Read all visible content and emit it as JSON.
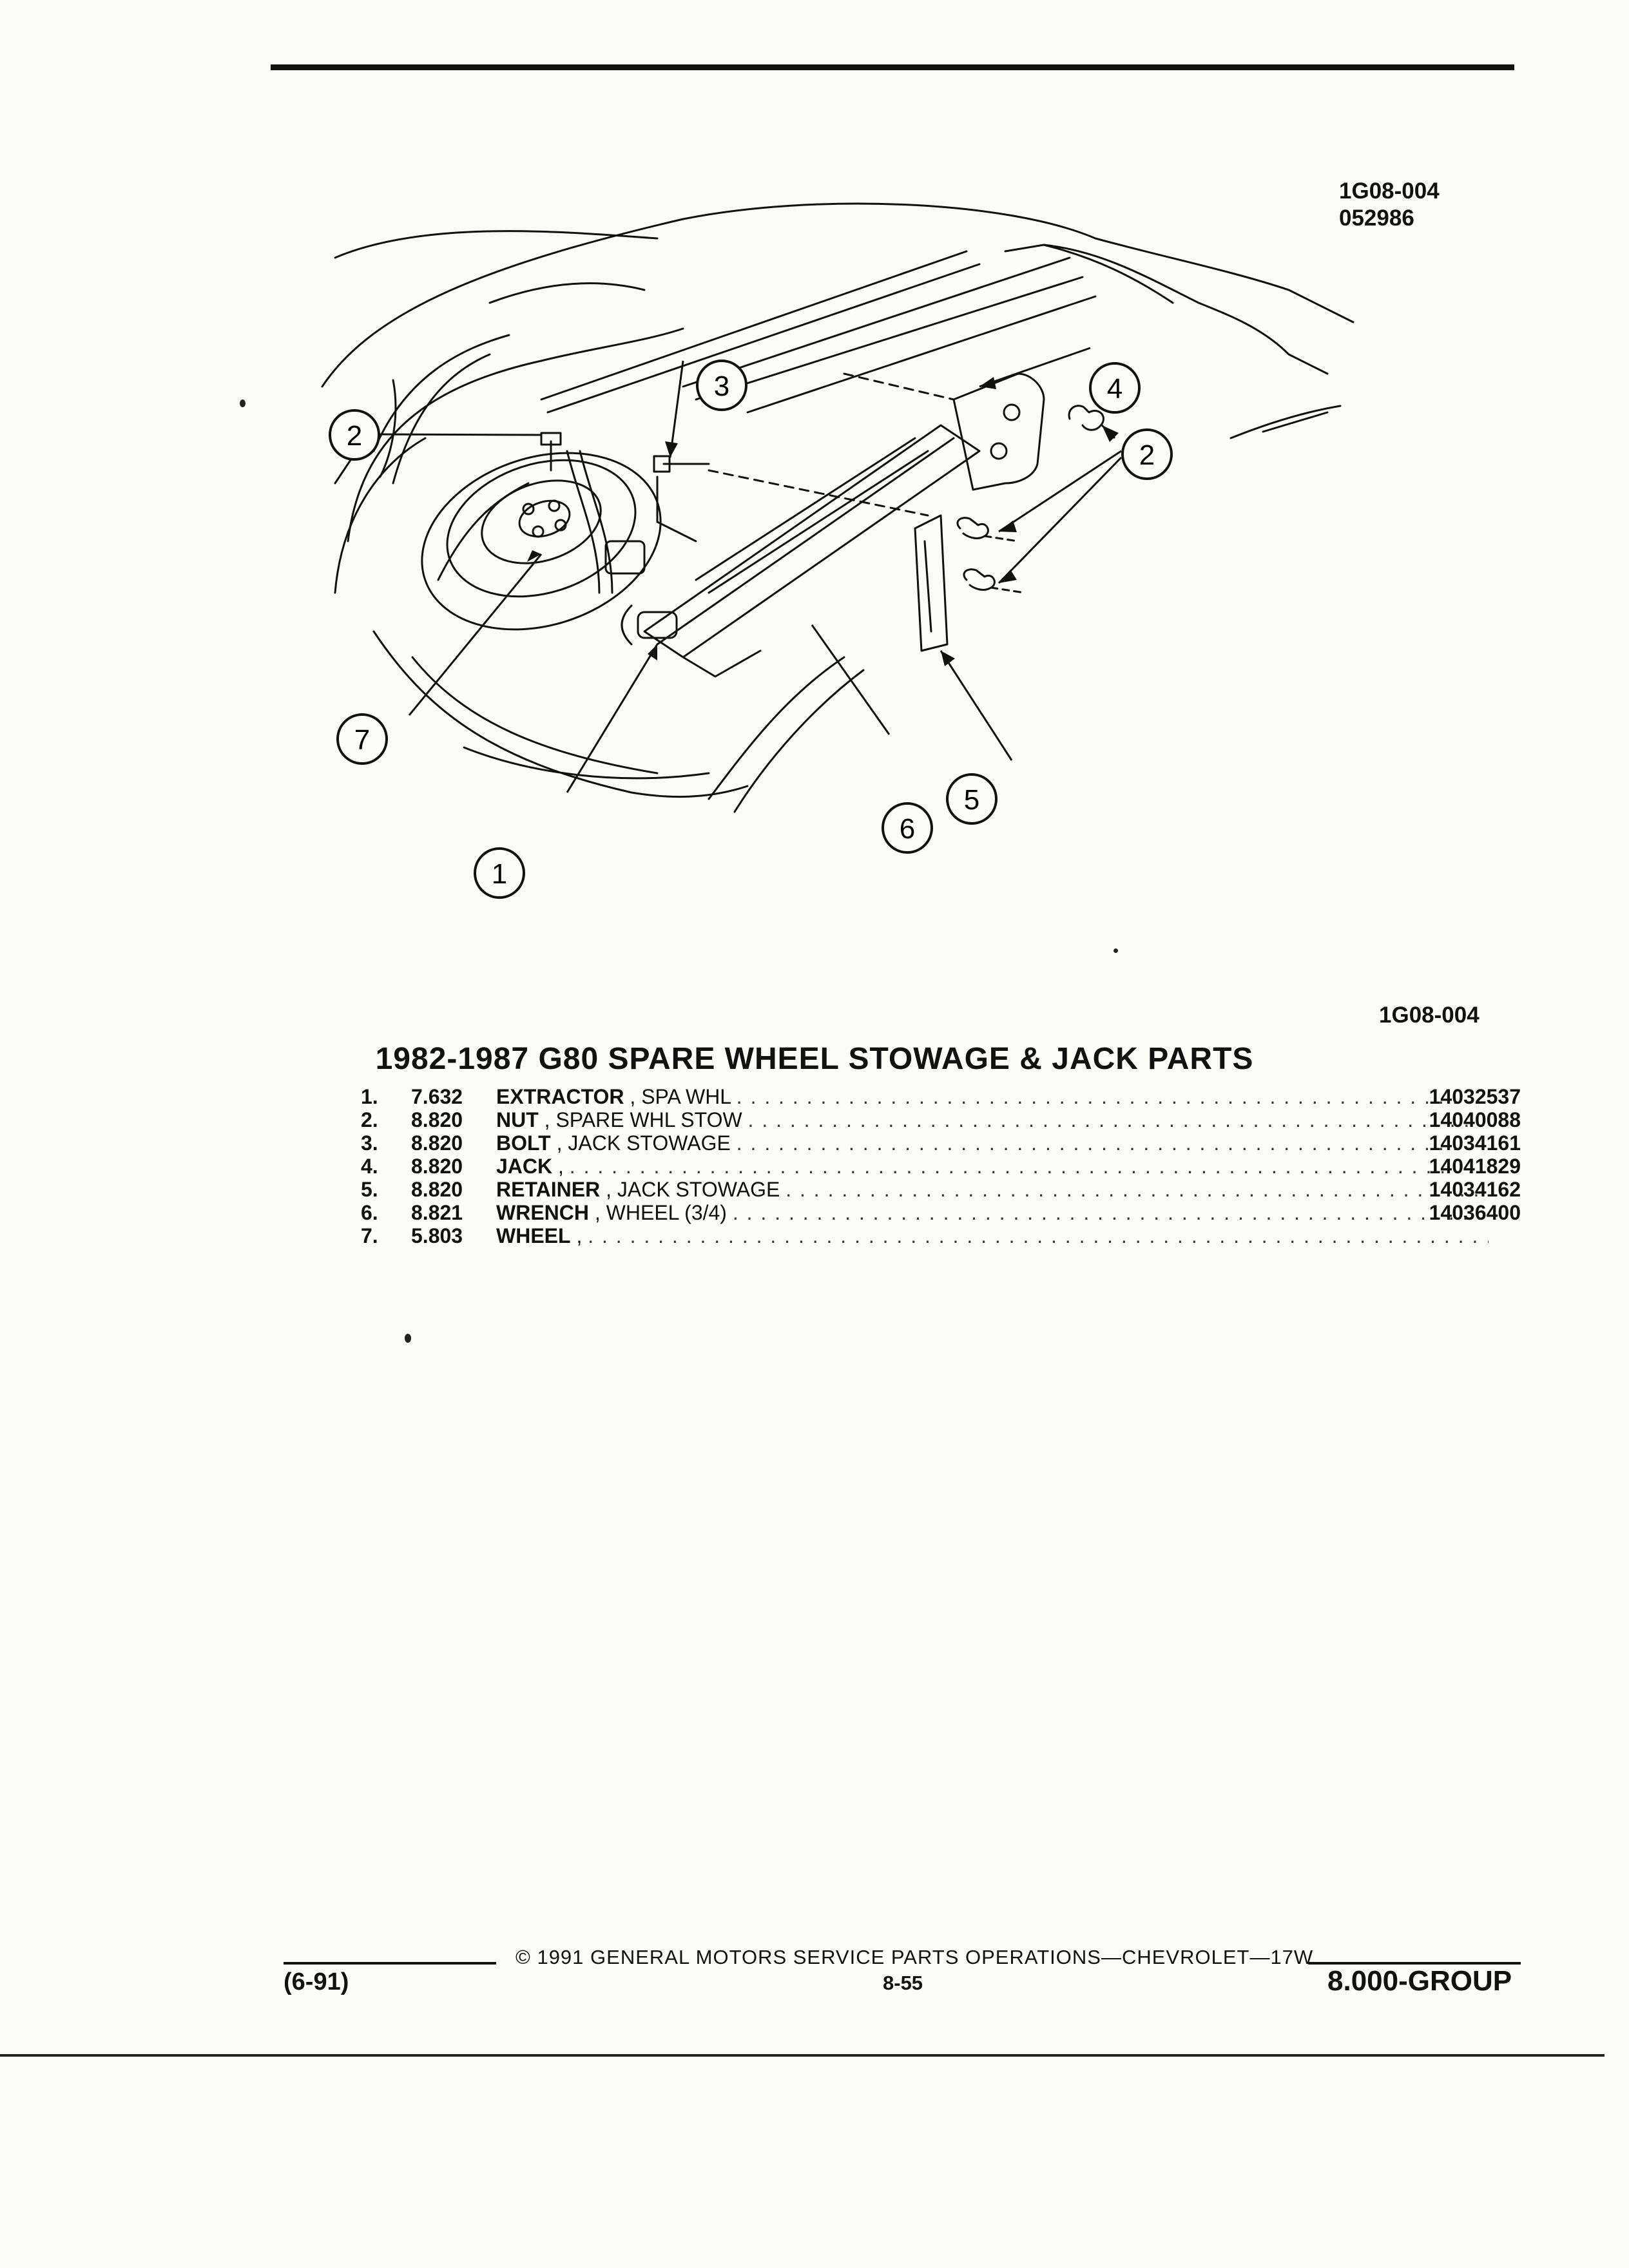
{
  "ref": {
    "code": "1G08-004",
    "date_code": "052986",
    "code_bottom": "1G08-004"
  },
  "callouts": [
    "1",
    "2",
    "3",
    "4",
    "5",
    "6",
    "7"
  ],
  "title": "1982-1987 G80 SPARE WHEEL STOWAGE & JACK PARTS",
  "parts": [
    {
      "num": "1.",
      "code": "7.632",
      "name": "EXTRACTOR",
      "desc": ", SPA WHL",
      "part_no": "14032537"
    },
    {
      "num": "2.",
      "code": "8.820",
      "name": "NUT",
      "desc": ", SPARE WHL STOW",
      "part_no": "14040088"
    },
    {
      "num": "3.",
      "code": "8.820",
      "name": "BOLT",
      "desc": ", JACK STOWAGE",
      "part_no": "14034161"
    },
    {
      "num": "4.",
      "code": "8.820",
      "name": "JACK",
      "desc": ",",
      "part_no": "14041829"
    },
    {
      "num": "5.",
      "code": "8.820",
      "name": "RETAINER",
      "desc": ", JACK STOWAGE",
      "part_no": "14034162"
    },
    {
      "num": "6.",
      "code": "8.821",
      "name": "WRENCH",
      "desc": ", WHEEL (3/4)",
      "part_no": "14036400"
    },
    {
      "num": "7.",
      "code": "5.803",
      "name": "WHEEL",
      "desc": ",",
      "part_no": ""
    }
  ],
  "footer": {
    "copyright": "© 1991 GENERAL MOTORS SERVICE PARTS OPERATIONS—CHEVROLET—17W",
    "date": "(6-91)",
    "page": "8-55",
    "group": "8.000-GROUP"
  }
}
